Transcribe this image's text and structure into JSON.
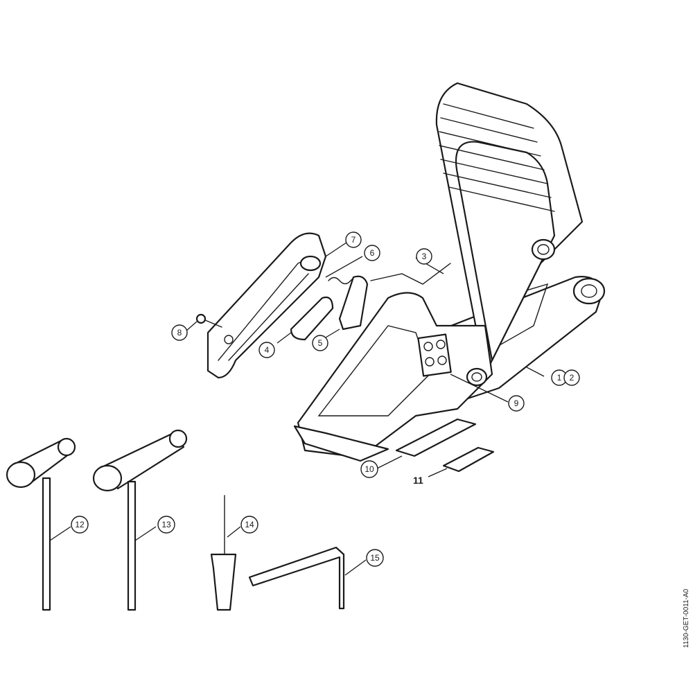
{
  "callouts": [
    {
      "id": "c1",
      "text": "1"
    },
    {
      "id": "c2",
      "text": "2"
    },
    {
      "id": "c3",
      "text": "3"
    },
    {
      "id": "c4",
      "text": "4"
    },
    {
      "id": "c5",
      "text": "5"
    },
    {
      "id": "c6",
      "text": "6"
    },
    {
      "id": "c7",
      "text": "7"
    },
    {
      "id": "c8",
      "text": "8"
    },
    {
      "id": "c9",
      "text": "9"
    },
    {
      "id": "c10",
      "text": "10"
    },
    {
      "id": "c12",
      "text": "12"
    },
    {
      "id": "c13",
      "text": "13"
    },
    {
      "id": "c14",
      "text": "14"
    },
    {
      "id": "c15",
      "text": "15"
    }
  ],
  "label_11": "11",
  "drawing_code": "1130-GET-0011-A0"
}
